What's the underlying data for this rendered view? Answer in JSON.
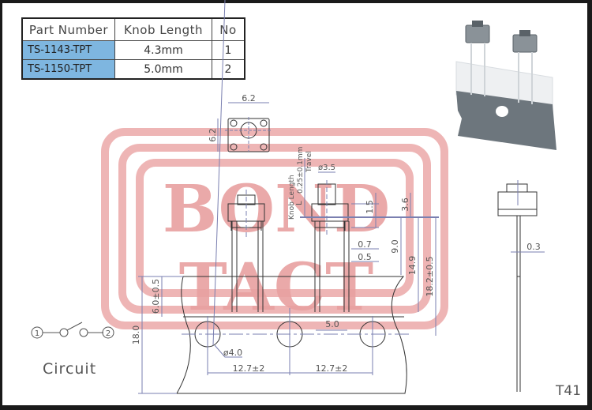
{
  "table": {
    "headers": [
      "Part Number",
      "Knob Length",
      "No"
    ],
    "rows": [
      {
        "part": "TS-1143-TPT",
        "knob_length": "4.3mm",
        "no": "1"
      },
      {
        "part": "TS-1150-TPT",
        "knob_length": "5.0mm",
        "no": "2"
      }
    ],
    "highlight_color": "#7eb6e0"
  },
  "watermark": {
    "line1": "BOND",
    "line2": "TACT",
    "color": "#e8a0a0"
  },
  "dimensions": {
    "top_width": "6.2",
    "top_height": "6.2",
    "travel": "0.25±0.1mm",
    "travel_label": "Travel",
    "knob_length_label": "Knob Length",
    "knob_length_symbol": "L",
    "knob_diameter": "ø3.5",
    "d_1_5": "1.5",
    "d_3_6": "3.6",
    "d_0_7": "0.7",
    "d_0_5": "0.5",
    "d_9_0": "9.0",
    "d_14_9": "14.9",
    "d_18_2": "18.2±0.5",
    "d_6_0": "6.0±0.5",
    "d_18_0": "18.0",
    "hole_diameter": "ø4.0",
    "pitch_1": "12.7±2",
    "pitch_2": "12.7±2",
    "lead_spacing": "5.0",
    "lead_thickness": "0.3"
  },
  "circuit": {
    "label": "Circuit",
    "pin1": "1",
    "pin2": "2"
  },
  "model_code": "T41"
}
